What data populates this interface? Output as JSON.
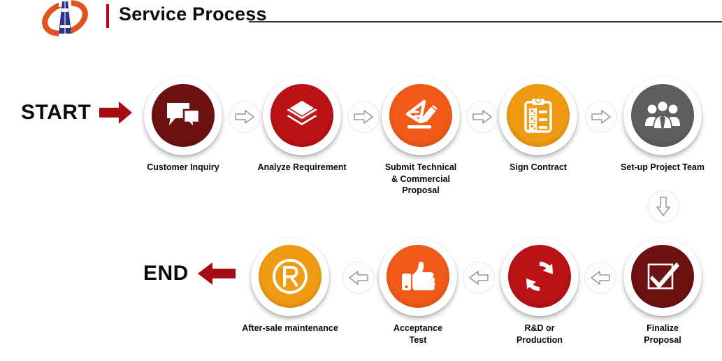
{
  "header": {
    "title": "Service Process",
    "logo_icon": "company-tower-swoosh-logo",
    "accent_bar_color": "#c00017",
    "rule_color": "#2a2a2a"
  },
  "flow": {
    "start_label": "START",
    "end_label": "END",
    "start_arrow_icon": "arrow-right-solid",
    "end_arrow_icon": "arrow-left-solid",
    "endcap_arrow_color": "#a60b13",
    "connector_right_icon": "arrow-right-outline",
    "connector_left_icon": "arrow-left-outline",
    "connector_down_icon": "arrow-down-outline",
    "connector_color": "#9a9a9a"
  },
  "row1": {
    "steps": [
      {
        "label": "Customer Inquiry",
        "icon": "speech-bubbles-icon",
        "color": "#6e1112"
      },
      {
        "label": "Analyze Requirement",
        "icon": "stacked-layers-icon",
        "color": "#bb1216"
      },
      {
        "label": "Submit Technical\n& Commercial\nProposal",
        "icon": "ruler-pencil-icon",
        "color": "#f15a18"
      },
      {
        "label": "Sign Contract",
        "icon": "clipboard-checklist-icon",
        "color": "#ef9b13"
      },
      {
        "label": "Set-up Project Team",
        "icon": "people-group-icon",
        "color": "#5f5f5f"
      }
    ]
  },
  "row2": {
    "steps": [
      {
        "label": "After-sale maintenance",
        "icon": "registered-r-icon",
        "color": "#ef9b13"
      },
      {
        "label": "Acceptance\nTest",
        "icon": "thumbs-up-icon",
        "color": "#f15a18"
      },
      {
        "label": "R&D or\nProduction",
        "icon": "refresh-sync-icon",
        "color": "#bb1216"
      },
      {
        "label": "Finalize\nProposal",
        "icon": "checkbox-checked-icon",
        "color": "#6e1112"
      }
    ]
  }
}
